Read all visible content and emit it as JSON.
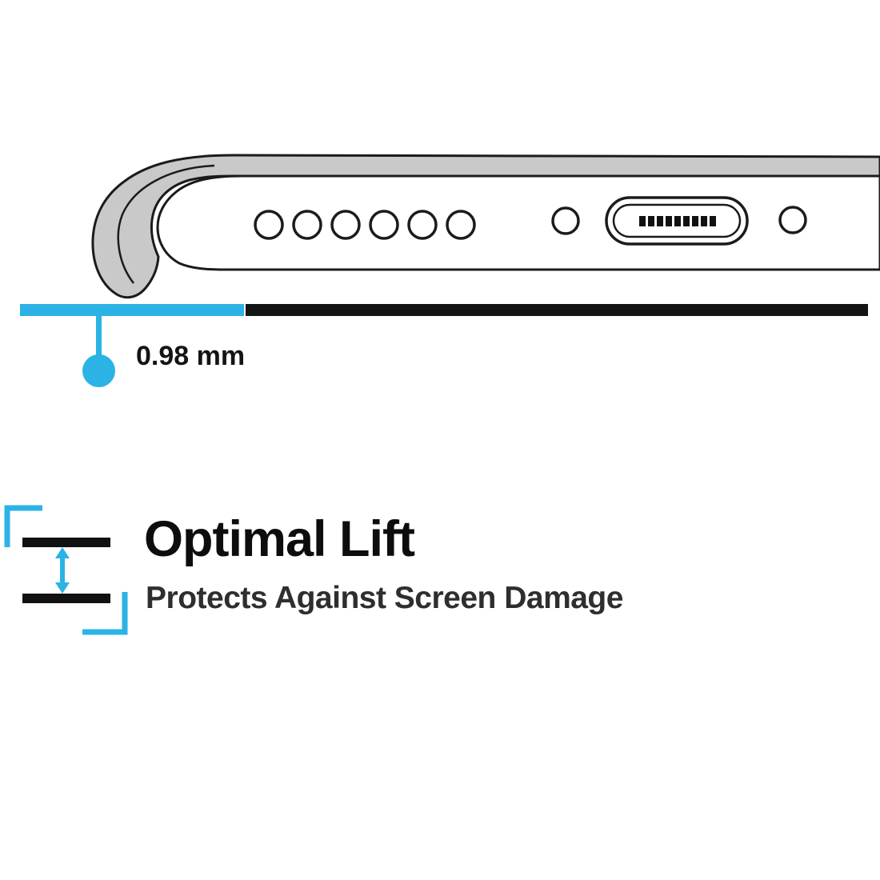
{
  "colors": {
    "accent": "#2bb3e6",
    "ink": "#141414",
    "case_gray": "#c9c9c9",
    "subtitle": "#2e2e2e"
  },
  "measurement": {
    "value": "0.98 mm"
  },
  "feature": {
    "title": "Optimal Lift",
    "subtitle": "Protects Against Screen Damage"
  },
  "icons": [
    "phone-bottom-illustration",
    "case-lip-icon",
    "speaker-holes-icon",
    "mic-hole-icon",
    "charging-port-icon",
    "screw-hole-icon",
    "lift-gap-icon",
    "corner-bracket-icon",
    "gap-arrow-icon",
    "measurement-dot-icon"
  ]
}
